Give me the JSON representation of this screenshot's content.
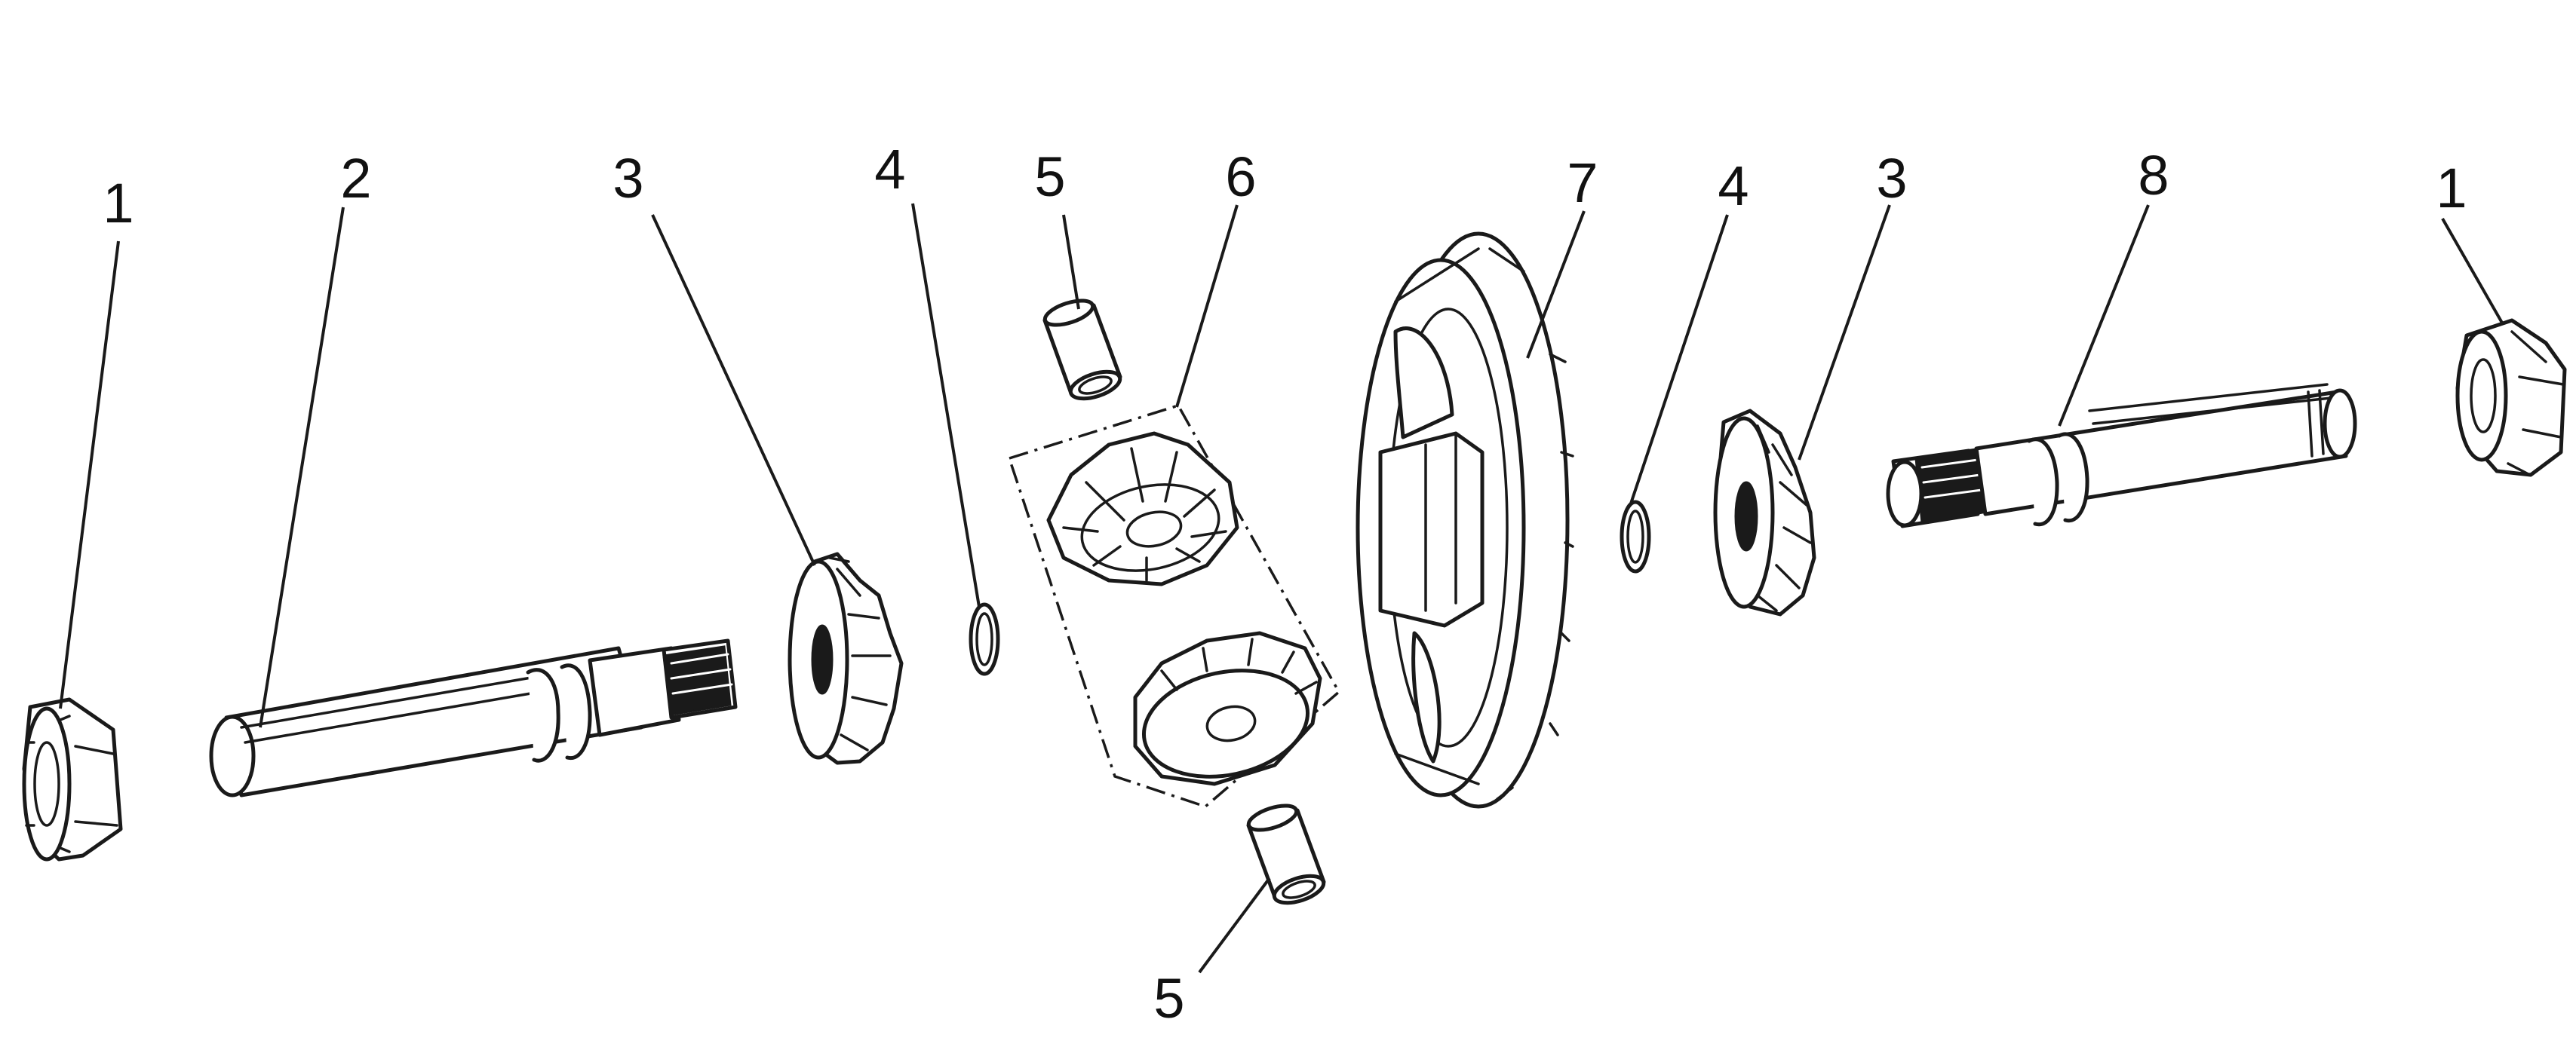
{
  "diagram": {
    "callouts": [
      {
        "id": "c1a",
        "label": "1",
        "part": "coupling-left"
      },
      {
        "id": "c2",
        "label": "2",
        "part": "shaft-left"
      },
      {
        "id": "c3a",
        "label": "3",
        "part": "side-gear-left"
      },
      {
        "id": "c4a",
        "label": "4",
        "part": "ring-left"
      },
      {
        "id": "c5a",
        "label": "5",
        "part": "pin-top"
      },
      {
        "id": "c6",
        "label": "6",
        "part": "pinion-gear-group"
      },
      {
        "id": "c7",
        "label": "7",
        "part": "ring-gear"
      },
      {
        "id": "c4b",
        "label": "4",
        "part": "ring-right"
      },
      {
        "id": "c3b",
        "label": "3",
        "part": "side-gear-right"
      },
      {
        "id": "c8",
        "label": "8",
        "part": "shaft-right"
      },
      {
        "id": "c1b",
        "label": "1",
        "part": "coupling-right"
      },
      {
        "id": "c5b",
        "label": "5",
        "part": "pin-bottom"
      }
    ]
  }
}
